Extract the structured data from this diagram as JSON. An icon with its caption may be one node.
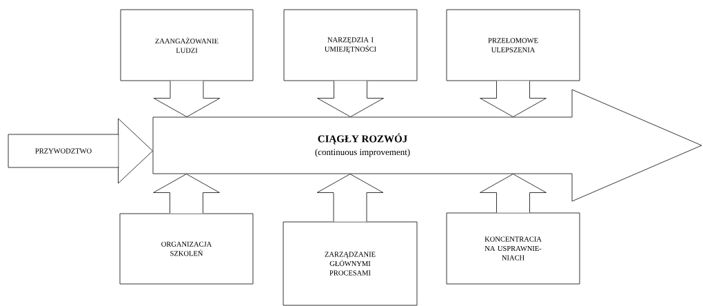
{
  "diagram": {
    "nodes": [
      {
        "text": [
          "ZAANGAŻOWANIE LUDZI"
        ]
      },
      {
        "text": [
          "NARZĘDZIA I UMIEJĘTNOŚCI"
        ]
      },
      {
        "text": [
          "PRZEŁOMOWE ULEPSZENIA"
        ]
      },
      {
        "text": [
          "PRZYWODZTWO"
        ]
      },
      {
        "text": [
          "CIĄGŁY ROZWÓJ",
          "(continuous improvement)"
        ]
      },
      {
        "text": [
          "ORGANIZACJA SZKOLEŃ"
        ]
      },
      {
        "text": [
          "ZARZĄDZANIE GŁÓWNYMI PROCESAMI"
        ]
      },
      {
        "text": [
          "KONCENTRACIA NA USPRAWNIE-NIACH"
        ]
      }
    ],
    "edges": [
      {
        "from": 0,
        "to": 4,
        "arrow": "to"
      },
      {
        "from": 1,
        "to": 4,
        "arrow": "to"
      },
      {
        "from": 2,
        "to": 4,
        "arrow": "to"
      },
      {
        "from": 3,
        "to": 4,
        "arrow": "to"
      },
      {
        "from": 5,
        "to": 4,
        "arrow": "to"
      },
      {
        "from": 6,
        "to": 4,
        "arrow": "to"
      },
      {
        "from": 7,
        "to": 4,
        "arrow": "to"
      }
    ]
  }
}
